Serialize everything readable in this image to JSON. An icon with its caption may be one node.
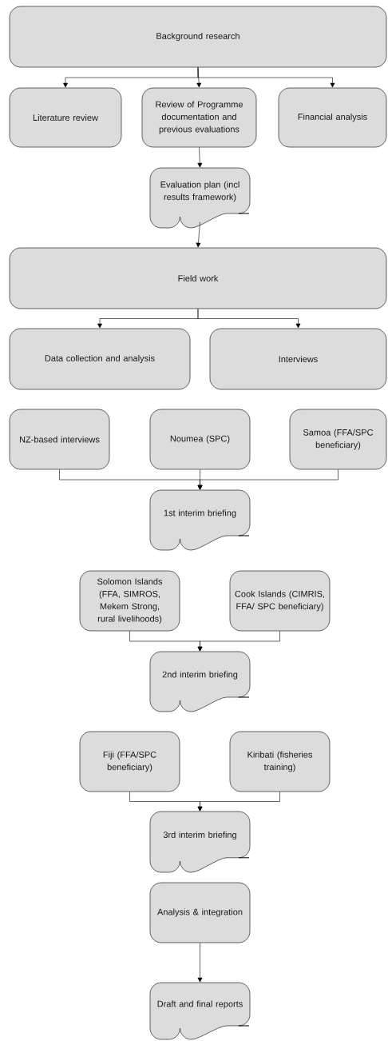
{
  "diagram": {
    "nodes": [
      {
        "text": [
          "Background research"
        ]
      },
      {
        "text": [
          "Literature review"
        ]
      },
      {
        "text": [
          "Review of Programme documentation and previous evaluations"
        ]
      },
      {
        "text": [
          "Financial analysis"
        ]
      },
      {
        "text": [
          "Evaluation plan (incl results framework)"
        ]
      },
      {
        "text": [
          "Field work"
        ]
      },
      {
        "text": [
          "Data collection and analysis"
        ]
      },
      {
        "text": [
          "Interviews"
        ]
      },
      {
        "text": [
          "NZ-based interviews"
        ]
      },
      {
        "text": [
          "Noumea (SPC)"
        ]
      },
      {
        "text": [
          "Samoa (FFA/SPC beneficiary)"
        ]
      },
      {
        "text": [
          "1st interim briefing"
        ]
      },
      {
        "text": [
          "Solomon Islands (FFA, SIMROS, Mekem Strong, rural livelihoods)"
        ]
      },
      {
        "text": [
          "Cook Islands (CIMRIS, FFA/ SPC beneficiary)"
        ]
      },
      {
        "text": [
          "2nd interim briefing"
        ]
      },
      {
        "text": [
          "Fiji (FFA/SPC beneficiary)"
        ]
      },
      {
        "text": [
          "Kiribati (fisheries training)"
        ]
      },
      {
        "text": [
          "3rd interim briefing"
        ]
      },
      {
        "text": [
          "Analysis & integration"
        ]
      },
      {
        "text": [
          "Draft and final reports"
        ]
      }
    ],
    "edges": [
      {
        "from": 0,
        "to": 1,
        "arrow": "to"
      },
      {
        "from": 0,
        "to": 2,
        "arrow": "to"
      },
      {
        "from": 0,
        "to": 3,
        "arrow": "to"
      },
      {
        "from": 2,
        "to": 4,
        "arrow": "to"
      },
      {
        "from": 4,
        "to": 5,
        "arrow": "to"
      },
      {
        "from": 5,
        "to": 6,
        "arrow": "to"
      },
      {
        "from": 5,
        "to": 7,
        "arrow": "to"
      },
      {
        "from": 8,
        "to": 11,
        "arrow": "to"
      },
      {
        "from": 9,
        "to": 11,
        "arrow": "to"
      },
      {
        "from": 10,
        "to": 11,
        "arrow": "to"
      },
      {
        "from": 12,
        "to": 14,
        "arrow": "to"
      },
      {
        "from": 13,
        "to": 14,
        "arrow": "to"
      },
      {
        "from": 15,
        "to": 17,
        "arrow": "to"
      },
      {
        "from": 16,
        "to": 17,
        "arrow": "to"
      },
      {
        "from": 18,
        "to": 19,
        "arrow": "to"
      }
    ]
  }
}
